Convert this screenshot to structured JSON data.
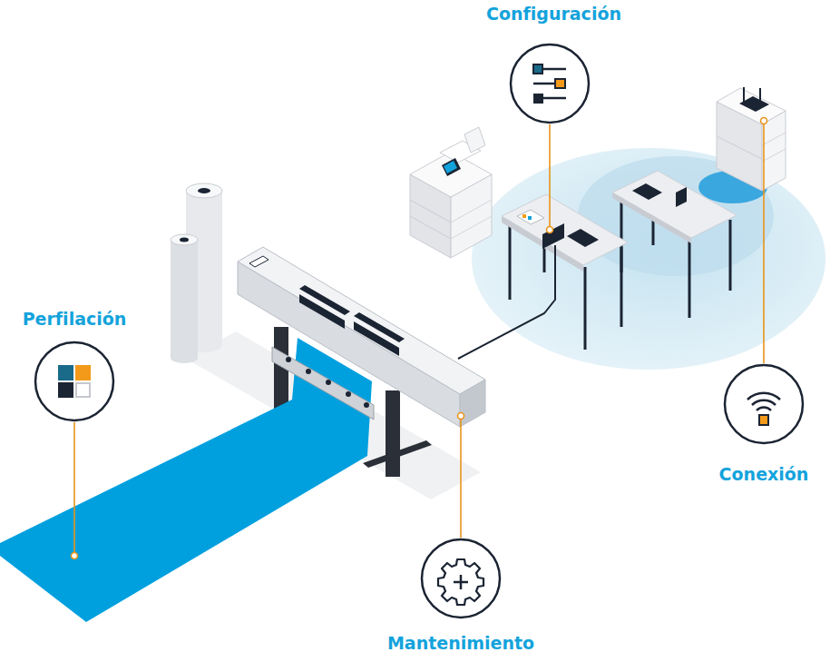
{
  "diagram": {
    "nodes": [
      {
        "text": [
          "Configuración"
        ]
      },
      {
        "text": [
          "Perfilación"
        ]
      },
      {
        "text": [
          "Conexión"
        ]
      },
      {
        "text": [
          "Mantenimiento"
        ]
      }
    ]
  }
}
